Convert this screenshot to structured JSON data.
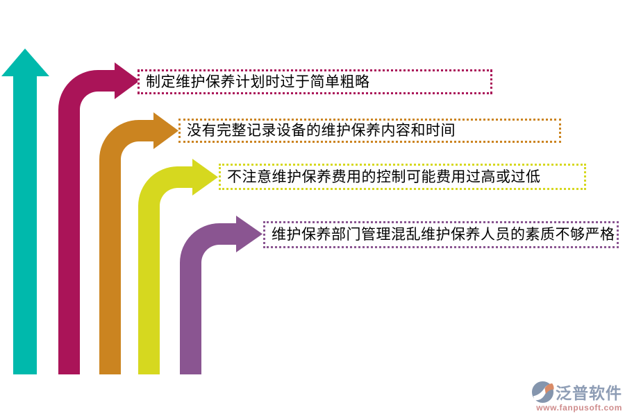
{
  "diagram": {
    "title_hint": "equipment-maintenance-problems-infographic",
    "background": "#ffffff",
    "text_color": "#000000"
  },
  "axis_arrow": {
    "name": "up-trend-arrow",
    "color": "#00b9ac"
  },
  "items": [
    {
      "label": "制定维护保养计划时过于简单粗略",
      "color": "#aa1458"
    },
    {
      "label": "没有完整记录设备的维护保养内容和时间",
      "color": "#cb8420"
    },
    {
      "label": "不注意维护保养费用的控制可能费用过高或过低",
      "color": "#d6d81f"
    },
    {
      "label": "维护保养部门管理混乱维护保养人员的素质不够严格",
      "color": "#8a5591"
    }
  ],
  "watermark": {
    "brand": "泛普软件",
    "url": "www.fanpusoft.com",
    "brand_color": "#8e9db5",
    "url_color": "#cf8c8c",
    "icon_base_color": "#8495ad",
    "icon_accent_color": "#d98a66"
  }
}
